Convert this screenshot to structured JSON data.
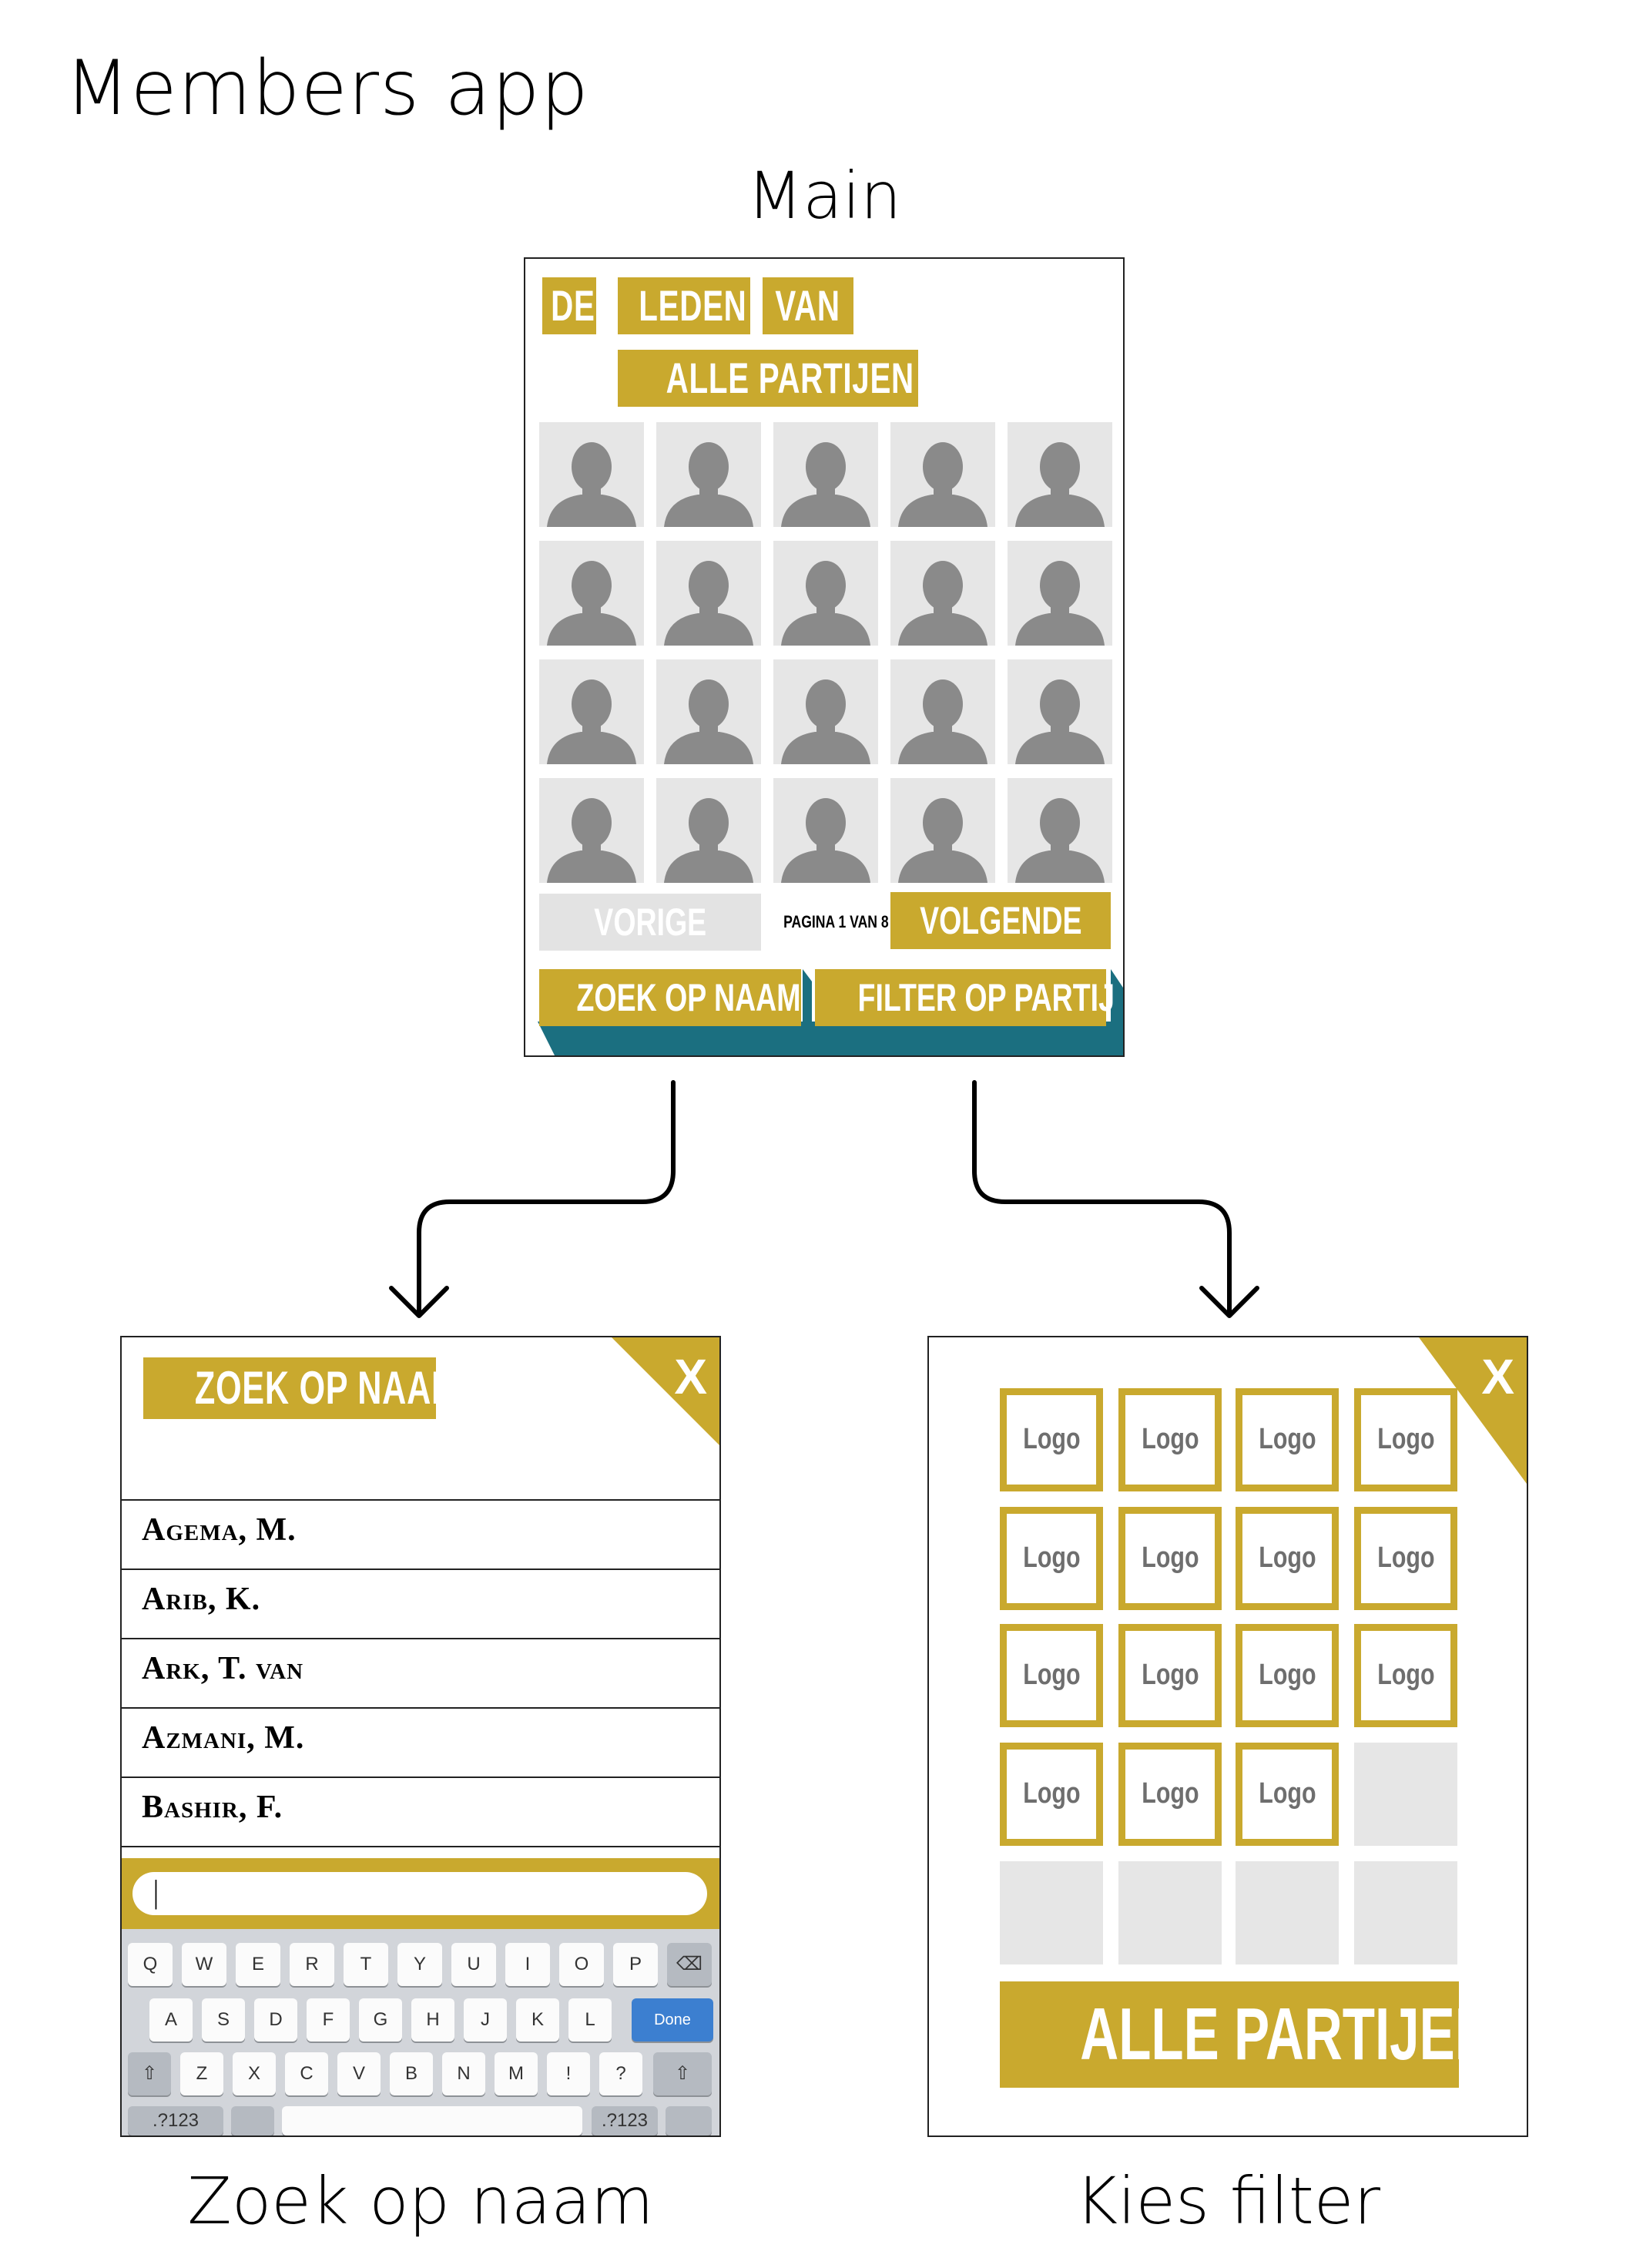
{
  "title": "Members app",
  "screens": {
    "main": {
      "label": "Main",
      "heading_words": [
        "DE",
        "LEDEN",
        "VAN",
        "ALLE PARTIJEN"
      ],
      "prev_button": "VORIGE",
      "page_indicator": "PAGINA 1 VAN 8",
      "next_button": "VOLGENDE",
      "search_button": "ZOEK OP NAAM",
      "filter_button": "FILTER OP PARTIJ"
    },
    "search": {
      "label": "Zoek op naam",
      "heading": "ZOEK OP NAAM",
      "close": "X",
      "names": [
        "Agema, M.",
        "Arib, K.",
        "Ark, T. van",
        "Azmani, M.",
        "Bashir, F."
      ],
      "input_cursor": "|",
      "keyboard": {
        "row1": [
          "Q",
          "W",
          "E",
          "R",
          "T",
          "Y",
          "U",
          "I",
          "O",
          "P"
        ],
        "row2": [
          "A",
          "S",
          "D",
          "F",
          "G",
          "H",
          "J",
          "K",
          "L"
        ],
        "done": "Done",
        "row3": [
          "Z",
          "X",
          "C",
          "V",
          "B",
          "N",
          "M",
          "!",
          "?"
        ],
        "numkey": ".?123"
      }
    },
    "filter": {
      "label": "Kies filter",
      "close": "X",
      "logo_text": "Logo",
      "all_button": "ALLE PARTIJEN"
    }
  },
  "colors": {
    "gold": "#c9a92e",
    "teal": "#1b6f80",
    "placeholder": "#e6e6e6",
    "avatar": "#8a8a8a",
    "disabled": "#e3e3e3"
  }
}
